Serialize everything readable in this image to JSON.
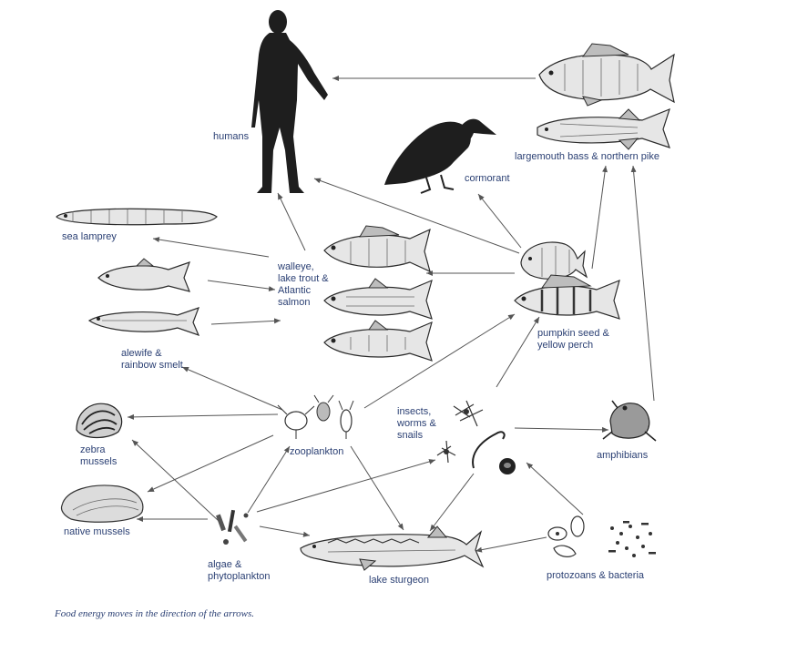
{
  "labels": {
    "humans": "humans",
    "cormorant": "cormorant",
    "bass_pike": "largemouth bass & northern pike",
    "sea_lamprey": "sea lamprey",
    "walleye": "walleye,\nlake trout &\nAtlantic\nsalmon",
    "pumpkinseed": "pumpkin seed &\nyellow perch",
    "alewife": "alewife &\nrainbow smelt",
    "insects": "insects,\nworms &\nsnails",
    "zebra": "zebra\nmussels",
    "zooplankton": "zooplankton",
    "amphibians": "amphibians",
    "native_mussels": "native mussels",
    "algae": "algae &\nphytoplankton",
    "sturgeon": "lake sturgeon",
    "protozoans": "protozoans & bacteria"
  },
  "caption": "Food energy moves in the direction of the arrows."
}
